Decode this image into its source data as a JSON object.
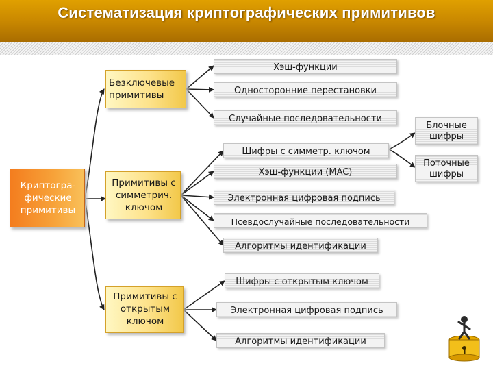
{
  "title": "Систематизация криптографических примитивов",
  "root": {
    "lines": [
      "Криптогра-",
      "фические",
      "примитивы"
    ]
  },
  "categories": [
    {
      "lines": [
        "Безключевые",
        "примитивы"
      ]
    },
    {
      "lines": [
        "Примитивы с",
        "симметрич.",
        "ключом"
      ]
    },
    {
      "lines": [
        "Примитивы с",
        "открытым",
        "ключом"
      ]
    }
  ],
  "items": {
    "keyless": [
      "Хэш-функции",
      "Односторонние перестановки",
      "Случайные последовательности"
    ],
    "symmetric": [
      "Шифры с симметр. ключом",
      "Хэш-функции (MAC)",
      "Электронная цифровая подпись",
      "Псевдослучайные последовательности",
      "Алгоритмы идентификации"
    ],
    "public_key": [
      "Шифры с открытым ключом",
      "Электронная цифровая подпись",
      "Алгоритмы идентификации"
    ]
  },
  "cipher_types": [
    {
      "lines": [
        "Блочные",
        "шифры"
      ]
    },
    {
      "lines": [
        "Поточные",
        "шифры"
      ]
    }
  ],
  "colors": {
    "header": "#c98800",
    "root": "#f47d1e",
    "category": "#fde28a",
    "item": "#e8e8e8"
  },
  "icons": [
    "figure-on-padlock-icon"
  ]
}
